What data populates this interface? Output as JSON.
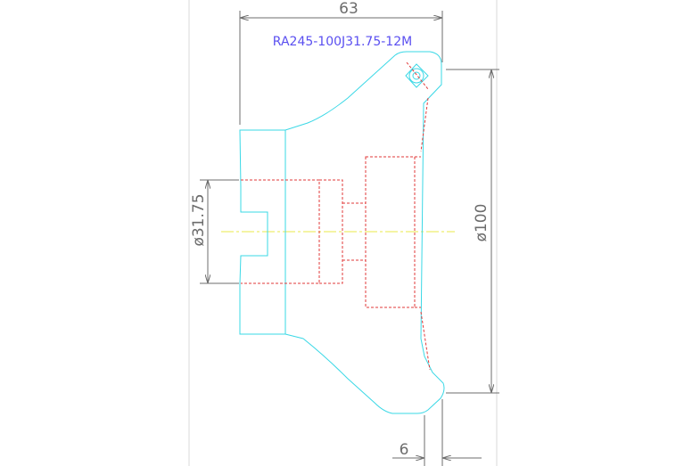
{
  "drawing": {
    "part_number": "RA245-100J31.75-12M",
    "dims": {
      "overall_length": "63",
      "bore_diameter": "ø31.75",
      "outer_diameter": "ø100",
      "insert_offset": "6"
    }
  },
  "colors": {
    "outline": "#3ad8e6",
    "hidden_lines": "#e23a3a",
    "dimensions": "#6c6c6c",
    "title_text": "#5a4ff0",
    "centerline": "#e8e84a",
    "frame": "#d9d9d9"
  }
}
